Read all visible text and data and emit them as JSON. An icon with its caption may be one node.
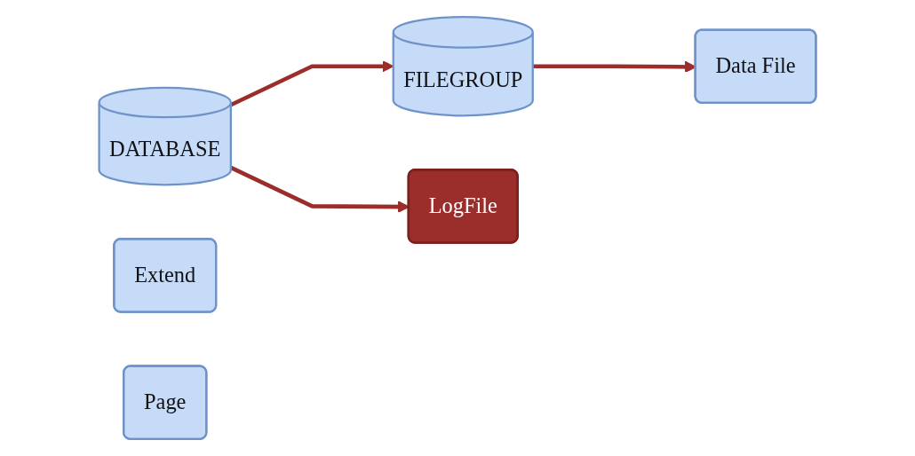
{
  "diagram": {
    "nodes": [
      {
        "text": [
          "DATABASE"
        ]
      },
      {
        "text": [
          "FILEGROUP"
        ]
      },
      {
        "text": [
          "Data File"
        ]
      },
      {
        "text": [
          "Extend"
        ]
      },
      {
        "text": [
          "Page"
        ]
      },
      {
        "text": [
          "LogFile"
        ]
      }
    ],
    "edges": [
      {
        "from": 0,
        "to": 1,
        "arrow": "to"
      },
      {
        "from": 1,
        "to": 2,
        "arrow": "to"
      },
      {
        "from": 0,
        "to": 5,
        "arrow": "to"
      }
    ]
  }
}
